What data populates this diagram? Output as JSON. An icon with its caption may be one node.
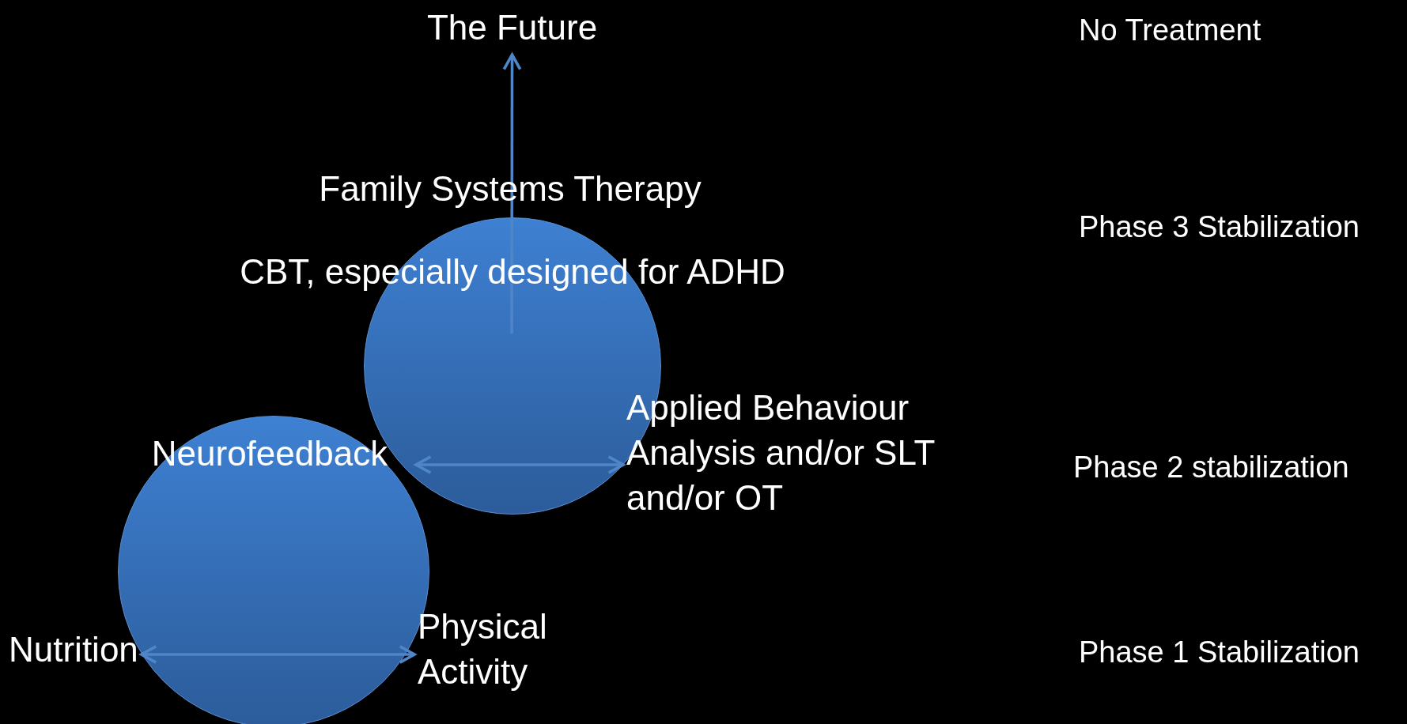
{
  "diagram": {
    "nodes": [
      {
        "text": [
          "The Future"
        ]
      },
      {
        "text": [
          "Neurofeedback"
        ]
      },
      {
        "text": [
          "Applied Behaviour Analysis and/or SLT and/or OT"
        ]
      },
      {
        "text": [
          "Nutrition"
        ]
      },
      {
        "text": [
          "Physical Activity"
        ]
      }
    ],
    "edges": [
      {
        "from": null,
        "to": 0,
        "arrow": "to"
      },
      {
        "from": 1,
        "to": 2,
        "arrow": "both"
      },
      {
        "from": 3,
        "to": 4,
        "arrow": "both"
      }
    ],
    "labels": [
      "No Treatment",
      "Family Systems Therapy",
      "Phase 3 Stabilization",
      "CBT, especially designed for ADHD",
      "Phase 2 stabilization",
      "Phase 1 Stabilization"
    ]
  }
}
